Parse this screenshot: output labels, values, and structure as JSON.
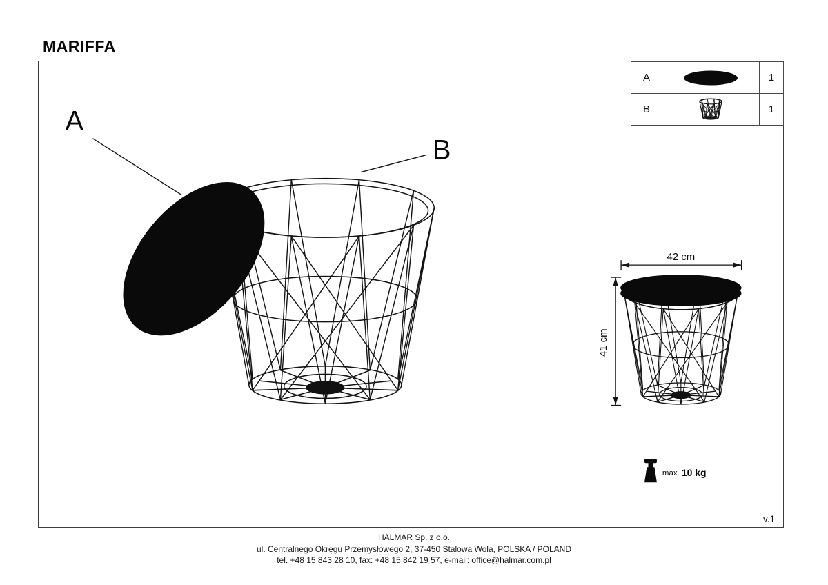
{
  "title": "MARIFFA",
  "drawing": {
    "label_a": "A",
    "label_b": "B"
  },
  "parts_table": {
    "rows": [
      {
        "letter": "A",
        "icon": "lid-top-view-icon",
        "qty": "1"
      },
      {
        "letter": "B",
        "icon": "wire-basket-icon",
        "qty": "1"
      }
    ]
  },
  "dimensions": {
    "width": "42 cm",
    "height": "41 cm"
  },
  "load": {
    "icon": "weight-icon",
    "prefix": "max.",
    "value": "10 kg"
  },
  "version": "v.1",
  "footer": {
    "company": "HALMAR Sp. z o.o.",
    "address": "ul. Centralnego Okręgu Przemysłowego 2, 37-450 Stalowa Wola, POLSKA / POLAND",
    "contact": "tel. +48 15 843 28 10, fax: +48 15 842 19 57, e-mail: office@halmar.com.pl"
  }
}
